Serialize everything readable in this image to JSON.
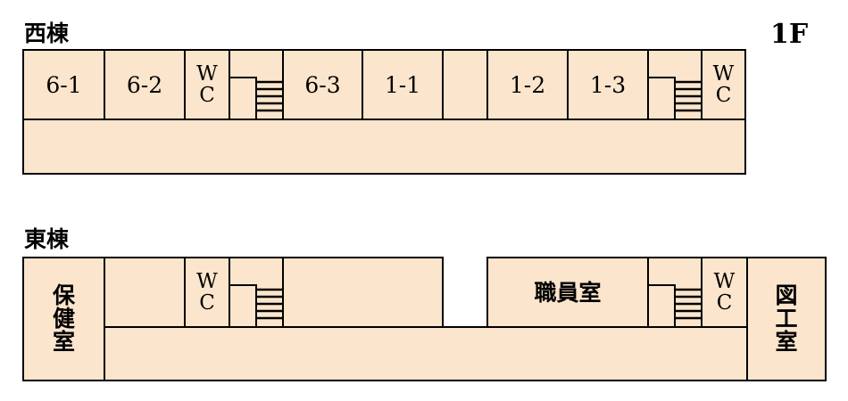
{
  "floor_label": "1F",
  "west": {
    "title": "西棟",
    "rooms": {
      "r61": "6-1",
      "r62": "6-2",
      "wc1": [
        "W",
        "C"
      ],
      "r63": "6-3",
      "r11": "1-1",
      "r12": "1-2",
      "r13": "1-3",
      "wc2": [
        "W",
        "C"
      ]
    }
  },
  "east": {
    "title": "東棟",
    "rooms": {
      "hoken": [
        "保",
        "健",
        "室"
      ],
      "wc1": [
        "W",
        "C"
      ],
      "shokuin": "職員室",
      "wc2": [
        "W",
        "C"
      ],
      "zukou": [
        "図",
        "工",
        "室"
      ]
    }
  },
  "colors": {
    "room_fill": "#fbe5cc",
    "line": "#000000"
  }
}
